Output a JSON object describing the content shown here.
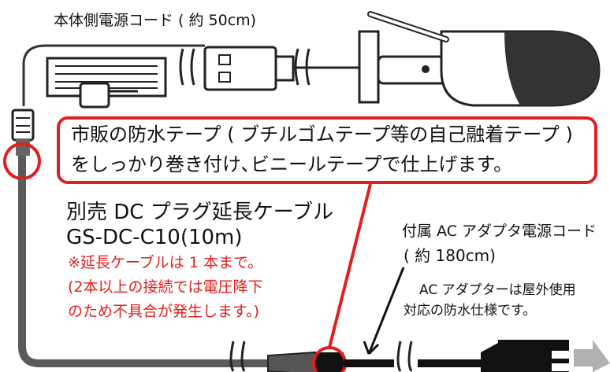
{
  "labels": {
    "power_cord_top": "本体側電源コード ( 約 50cm)",
    "callout_line1": "市販の防水テープ ( ブチルゴムテープ等の自己融着テープ )",
    "callout_line2": "をしっかり巻き付け､ビニールテープで仕上げます。",
    "extension_title": "別売 DC プラグ延長ケーブル",
    "extension_model": "GS-DC-C10(10m)",
    "extension_note1": "※延長ケーブルは 1 本まで。",
    "extension_note2": "(2本以上の接続では電圧降下",
    "extension_note3": "のため不具合が発生します。)",
    "adapter_title": "付属 AC アダプタ電源コード",
    "adapter_length": "( 約 180cm)",
    "adapter_note1": "AC アダプターは屋外使用",
    "adapter_note2": "対応の防水仕様です。"
  },
  "colors": {
    "accent_red": "#e02020",
    "cable": "#5a5a5a",
    "plug_black": "#111111",
    "arrow_gray": "#b0b0b0"
  },
  "icons": [
    "camera-icon",
    "antenna-icon",
    "usb-plug-icon",
    "dc-plug-icon",
    "ac-adapter-icon",
    "arrow-right-icon"
  ]
}
